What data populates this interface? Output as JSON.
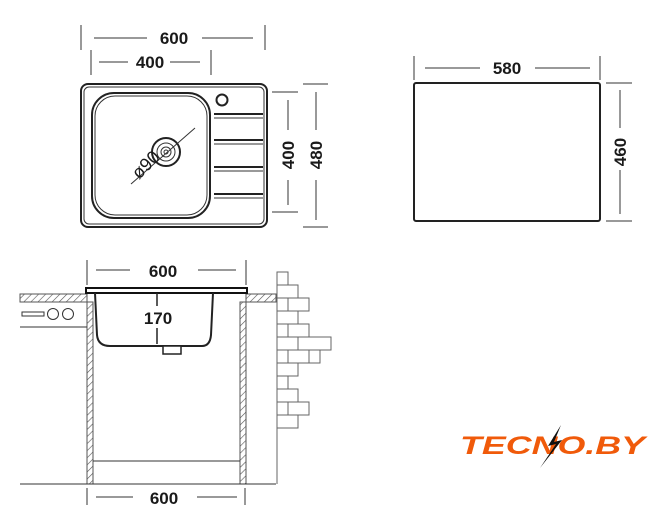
{
  "top_view": {
    "overall_width": "600",
    "bowl_width": "400",
    "bowl_depth": "400",
    "overall_depth": "480",
    "drain_diameter": "ø90"
  },
  "cutout": {
    "width": "580",
    "depth": "460"
  },
  "side_view": {
    "sink_width": "600",
    "bowl_height": "170",
    "cabinet_width": "600"
  },
  "logo": {
    "text": "TECNO.BY",
    "color": "#f05a0a"
  }
}
